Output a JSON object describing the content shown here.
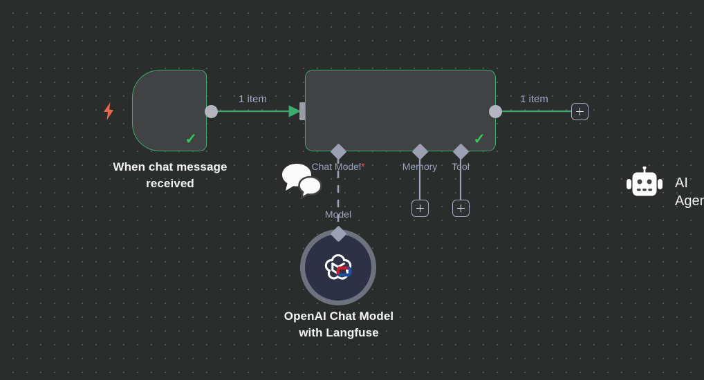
{
  "canvas": {
    "background_color": "#2b2c2c",
    "grid_dot_color": "#555758",
    "accent_green": "#3dab6d",
    "accent_orange": "#ea6752",
    "label_blue": "#9aa3bd",
    "connector_gray": "#9ba0b5"
  },
  "nodes": {
    "trigger": {
      "title": "When chat message\nreceived",
      "title_line1": "When chat message",
      "title_line2": "received",
      "icon": "chat-bubbles-icon",
      "trigger_icon": "lightning-bolt-icon",
      "status": "success",
      "status_icon": "check-icon"
    },
    "agent": {
      "label": "AI Agent",
      "icon": "robot-icon",
      "status": "success",
      "status_icon": "check-icon",
      "sub_connectors": [
        {
          "name": "chat-model",
          "label": "Chat Model",
          "required": true,
          "required_marker": "*"
        },
        {
          "name": "memory",
          "label": "Memory",
          "required": false,
          "required_marker": ""
        },
        {
          "name": "tool",
          "label": "Tool",
          "required": false,
          "required_marker": ""
        }
      ]
    },
    "openai": {
      "title_line1": "OpenAI Chat Model",
      "title_line2": "with Langfuse",
      "icon": "openai-logo-icon",
      "overlay_icon": "langfuse-magnet-icon"
    }
  },
  "edges": {
    "trigger_to_agent_label": "1 item",
    "agent_output_label": "1 item",
    "chat_model_edge_label": "Model"
  },
  "buttons": {
    "add_after_agent": "+",
    "add_memory": "+",
    "add_tool": "+"
  }
}
